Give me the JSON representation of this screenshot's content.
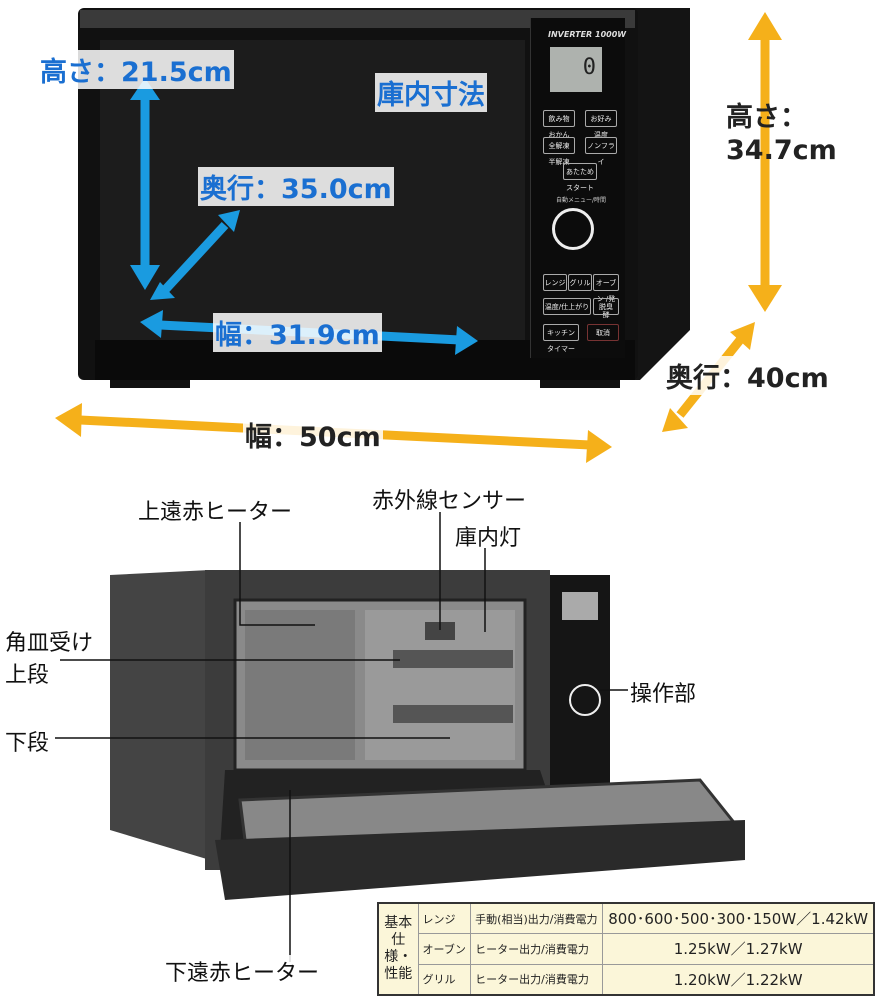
{
  "top_diagram": {
    "interior_height": "高さ：21.5cm",
    "interior_title": "庫内寸法",
    "interior_depth": "奥行：35.0cm",
    "interior_width": "幅：31.9cm",
    "exterior_height_label": "高さ：",
    "exterior_height_value": "34.7cm",
    "exterior_depth": "奥行：40cm",
    "exterior_width": "幅：50cm",
    "colors": {
      "interior_arrows": "#1a9be0",
      "exterior_arrows": "#f5b01a",
      "interior_text": "#1a6fd1"
    }
  },
  "control_panel": {
    "badge": "INVERTER 1000W",
    "display": "0",
    "buttons": [
      "飲み物 おかん",
      "お好み 温度",
      "全解凍 半解凍",
      "ノンフライ",
      "あたため スタート",
      "レンジ",
      "グリル",
      "オーブン /発酵",
      "温度/仕上がり",
      "脱臭",
      "キッチン タイマー",
      "取消"
    ],
    "dial_label": "自動メニュー/時間"
  },
  "bottom_diagram": {
    "parts": {
      "upper_heater": "上遠赤ヒーター",
      "ir_sensor": "赤外線センサー",
      "lamp": "庫内灯",
      "tray_rail": "角皿受け",
      "upper": "上段",
      "lower": "下段",
      "controls": "操作部",
      "lower_heater": "下遠赤ヒーター"
    }
  },
  "spec_table": {
    "heading": "基本仕様・性能",
    "rows": [
      {
        "mode": "レンジ",
        "item": "手動(相当)出力/消費電力",
        "value": "800･600･500･300･150W／1.42kW"
      },
      {
        "mode": "オーブン",
        "item": "ヒーター出力/消費電力",
        "value": "1.25kW／1.27kW"
      },
      {
        "mode": "グリル",
        "item": "ヒーター出力/消費電力",
        "value": "1.20kW／1.22kW"
      }
    ]
  }
}
